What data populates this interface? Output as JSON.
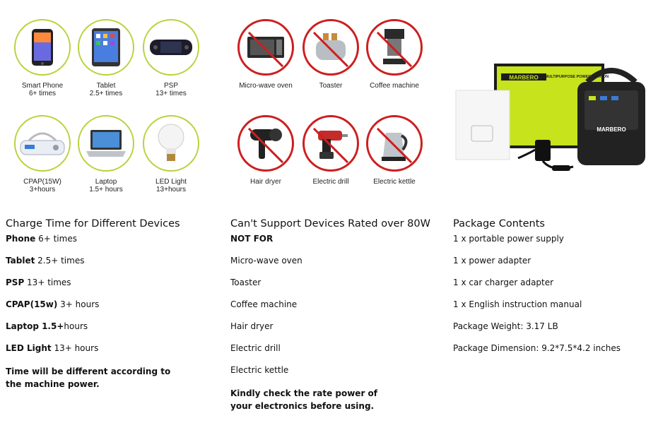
{
  "supported": [
    {
      "name": "Smart Phone",
      "sub": "6+ times",
      "icon": "smartphone-icon"
    },
    {
      "name": "Tablet",
      "sub": "2.5+ times",
      "icon": "tablet-icon"
    },
    {
      "name": "PSP",
      "sub": "13+ times",
      "icon": "psp-icon"
    },
    {
      "name": "CPAP(15W)",
      "sub": "3+hours",
      "icon": "cpap-icon"
    },
    {
      "name": "Laptop",
      "sub": "1.5+ hours",
      "icon": "laptop-icon"
    },
    {
      "name": "LED Light",
      "sub": "13+hours",
      "icon": "led-bulb-icon"
    }
  ],
  "unsupported": [
    {
      "name": "Micro-wave oven",
      "icon": "microwave-icon"
    },
    {
      "name": "Toaster",
      "icon": "toaster-icon"
    },
    {
      "name": "Coffee machine",
      "icon": "coffee-machine-icon"
    },
    {
      "name": "Hair dryer",
      "icon": "hair-dryer-icon"
    },
    {
      "name": "Electric drill",
      "icon": "electric-drill-icon"
    },
    {
      "name": "Electric kettle",
      "icon": "electric-kettle-icon"
    }
  ],
  "product": {
    "brand": "MARBERO",
    "box_text": "MULTIPURPOSE POWER STATION"
  },
  "col1": {
    "heading": "Charge Time for Different Devices",
    "lines": [
      {
        "b": "Phone",
        "t": " 6+ times"
      },
      {
        "b": "Tablet",
        "t": " 2.5+ times"
      },
      {
        "b": "PSP",
        "t": " 13+ times"
      },
      {
        "b": "CPAP(15w)",
        "t": " 3+ hours"
      },
      {
        "b": "Laptop 1.5+",
        "t": "hours"
      },
      {
        "b": "LED Light",
        "t": " 13+ hours"
      }
    ],
    "note": "Time will be different according to the machine power."
  },
  "col2": {
    "heading": "Can't Support Devices Rated over 80W",
    "not_for": "NOT FOR",
    "lines": [
      "Micro-wave oven",
      "Toaster",
      "Coffee machine",
      "Hair dryer",
      "Electric drill",
      "Electric kettle"
    ],
    "note": "Kindly check the rate power of your electronics before using."
  },
  "col3": {
    "heading": "Package Contents",
    "lines": [
      "1 x portable power supply",
      "1 x power adapter",
      "1 x car charger adapter",
      "1 x English instruction manual",
      "Package Weight: 3.17 LB",
      "Package Dimension: 9.2*7.5*4.2 inches"
    ]
  },
  "colors": {
    "ok_ring": "#b7d33c",
    "no_ring": "#cc1f1f",
    "brand_green": "#c6e31c"
  }
}
